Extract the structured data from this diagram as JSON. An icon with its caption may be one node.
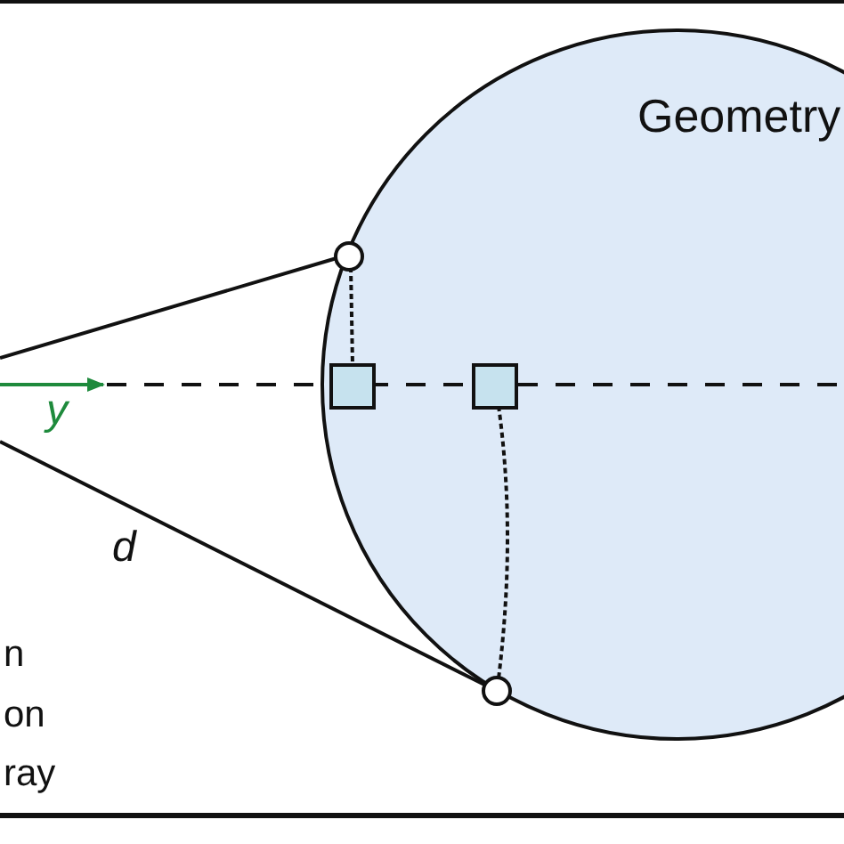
{
  "diagram": {
    "nodes": [
      {
        "text": [
          "Geometry"
        ]
      }
    ],
    "labels": [
      "y",
      "d",
      "n",
      "on",
      "ray"
    ]
  }
}
